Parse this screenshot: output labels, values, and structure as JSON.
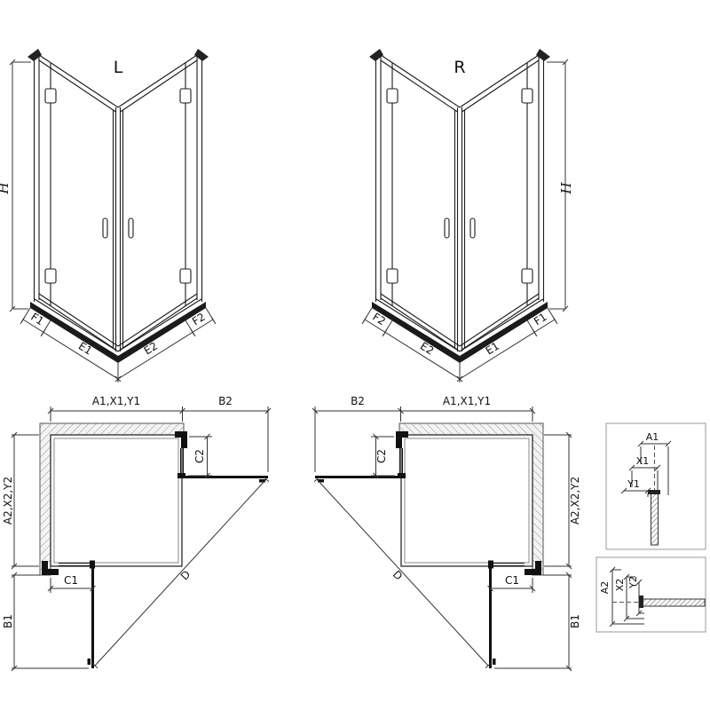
{
  "diagram": {
    "iso_left": {
      "title": "L",
      "height": "H",
      "fixed_left": "F1",
      "door_left": "E1",
      "door_right": "E2",
      "fixed_right": "F2"
    },
    "iso_right": {
      "title": "R",
      "height": "H",
      "fixed_left": "F2",
      "door_left": "E2",
      "door_right": "E1",
      "fixed_right": "F1"
    },
    "plan_left": {
      "width_top": "A1,X1,Y1",
      "door_swing_top": "B2",
      "fixed_side": "C2",
      "depth_side": "A2,X2,Y2",
      "fixed_bottom": "C1",
      "door_swing_bottom": "B1",
      "entry_diagonal": "D"
    },
    "plan_right": {
      "width_top": "A1,X1,Y1",
      "door_swing_top": "B2",
      "fixed_side": "C2",
      "depth_side": "A2,X2,Y2",
      "fixed_bottom": "C1",
      "door_swing_bottom": "B1",
      "entry_diagonal": "D"
    },
    "detail_top": {
      "dim_a": "A1",
      "dim_x": "X1",
      "dim_y": "Y1"
    },
    "detail_bottom": {
      "dim_a": "A2",
      "dim_x": "X2",
      "dim_y": "Y2"
    }
  }
}
